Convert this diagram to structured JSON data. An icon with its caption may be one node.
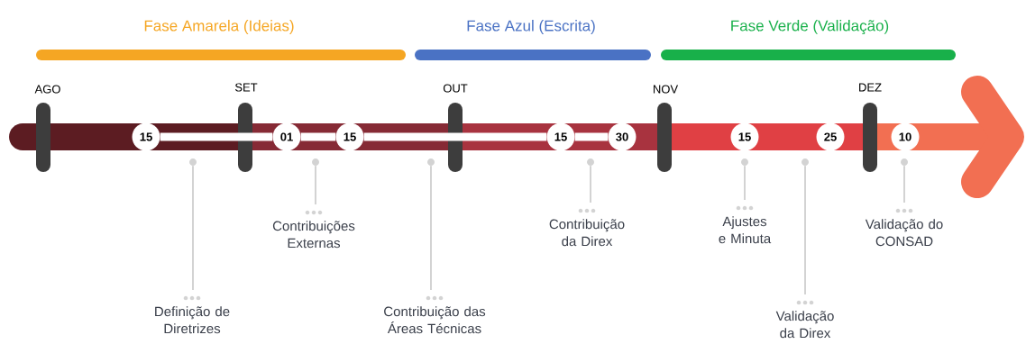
{
  "diagram": {
    "nodes": [
      {
        "text": [
          "15"
        ]
      },
      {
        "text": [
          "01"
        ]
      },
      {
        "text": [
          "15"
        ]
      },
      {
        "text": [
          "15"
        ]
      },
      {
        "text": [
          "30"
        ]
      },
      {
        "text": [
          "15"
        ]
      },
      {
        "text": [
          "25"
        ]
      },
      {
        "text": [
          "10"
        ]
      },
      {
        "text": [
          "Definição de Diretrizes"
        ]
      },
      {
        "text": [
          "Contribuições Externas"
        ]
      },
      {
        "text": [
          "Contribuição das Áreas Técnicas"
        ]
      },
      {
        "text": [
          "Contribuição da Direx"
        ]
      },
      {
        "text": [
          "Ajustes e Minuta"
        ]
      },
      {
        "text": [
          "Validação da Direx"
        ]
      },
      {
        "text": [
          "Validação do CONSAD"
        ]
      },
      {
        "text": [],
        "shape": "circle"
      },
      {
        "text": [],
        "shape": "circle"
      },
      {
        "text": [],
        "shape": "circle"
      },
      {
        "text": [],
        "shape": "circle"
      },
      {
        "text": [],
        "shape": "circle"
      },
      {
        "text": [],
        "shape": "circle"
      },
      {
        "text": [],
        "shape": "circle"
      }
    ],
    "edges": [
      {
        "from": 0,
        "to": 1,
        "arrow": "none",
        "style": "thick"
      },
      {
        "from": 1,
        "to": 2,
        "arrow": "none",
        "style": "thick"
      },
      {
        "from": 2,
        "to": 3,
        "arrow": "none",
        "style": "thick"
      },
      {
        "from": 3,
        "to": 4,
        "arrow": "none",
        "style": "thick"
      },
      {
        "from": 8,
        "to": 15,
        "arrow": "none"
      },
      {
        "from": 9,
        "to": 16,
        "arrow": "none"
      },
      {
        "from": 10,
        "to": 17,
        "arrow": "none"
      },
      {
        "from": 11,
        "to": 18,
        "arrow": "none"
      },
      {
        "from": 12,
        "to": 19,
        "arrow": "none"
      },
      {
        "from": 13,
        "to": 20,
        "arrow": "none"
      },
      {
        "from": 14,
        "to": 21,
        "arrow": "none"
      }
    ],
    "labels": [
      "Fase Amarela (Ideias)",
      "Fase Azul (Escrita)",
      "Fase Verde (Validação)",
      "AGO",
      "SET",
      "OUT",
      "NOV",
      "DEZ"
    ]
  }
}
